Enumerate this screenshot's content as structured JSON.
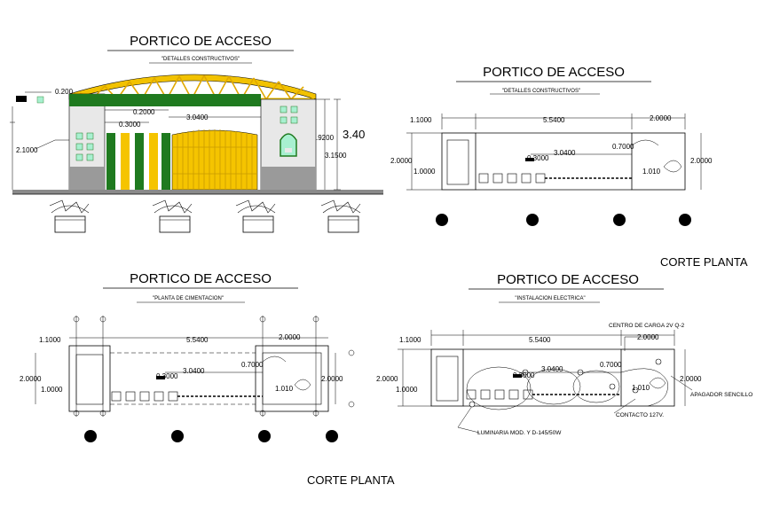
{
  "elevation": {
    "title": "PORTICO DE ACCESO",
    "subtitle": "\"DETALLES CONSTRUCTIVOS\"",
    "dims": {
      "d1": "0.200",
      "d2": "0.2000",
      "d3": "0.3000",
      "d4": "3.0400",
      "d5": "2.1000",
      "d6": ".9200",
      "d7": "3.1500",
      "height_big": "3.40"
    }
  },
  "plan_details": {
    "title": "PORTICO DE ACCESO",
    "subtitle": "\"DETALLES CONSTRUCTIVOS\"",
    "dims": {
      "left_w": "1.1000",
      "mid_w": "5.5400",
      "right_w": "2.0000",
      "d0700": "0.7000",
      "d3040": "3.0400",
      "d0300": "0.3000",
      "left_h": "2.0000",
      "left_h2": "1.0000",
      "right_h": "2.0000",
      "d1010": "1.010"
    }
  },
  "label_corte_1": "CORTE PLANTA",
  "plan_cimentacion": {
    "title": "PORTICO DE ACCESO",
    "subtitle": "\"PLANTA DE CIMENTACION\"",
    "dims": {
      "left_w": "1.1000",
      "mid_w": "5.5400",
      "right_w": "2.0000",
      "d0700": "0.7000",
      "d3040": "3.0400",
      "d0300": "0.3000",
      "left_h": "2.0000",
      "left_h2": "1.0000",
      "right_h": "2.0000",
      "d1010": "1.010"
    }
  },
  "plan_electrica": {
    "title": "PORTICO DE ACCESO",
    "subtitle": "\"INSTALACION ELECTRICA\"",
    "dims": {
      "left_w": "1.1000",
      "mid_w": "5.5400",
      "right_w": "2.0000",
      "d0700": "0.7000",
      "d3040": "3.0400",
      "d0300": "0.3000",
      "left_h": "2.0000",
      "left_h2": "1.0000",
      "right_h": "2.0000",
      "d1010": "1.010"
    },
    "notes": {
      "carga": "CENTRO DE CARGA 2V Q-2",
      "apagador": "APAGADOR SENCILLO",
      "contacto": "CONTACTO 127V.",
      "luminaria": "LUMINARIA MOD. Y D-145/50W"
    }
  },
  "label_corte_2": "CORTE PLANTA",
  "colors": {
    "truss": "#f2c200",
    "green": "#1f7a1f",
    "yellow": "#f5c400",
    "wall": "#e8e8e8",
    "base": "#9a9a9a",
    "window": "#a8f0d0"
  }
}
